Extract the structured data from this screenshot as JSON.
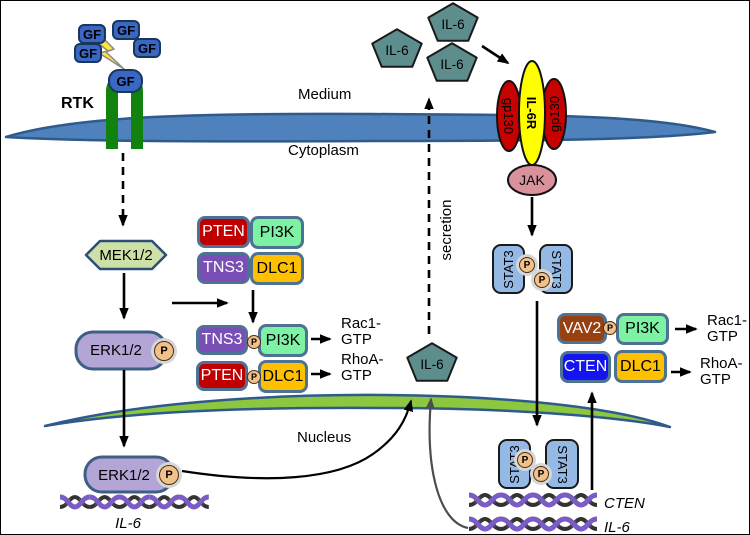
{
  "labels": {
    "medium": "Medium",
    "cytoplasm": "Cytoplasm",
    "nucleus": "Nucleus",
    "secretion": "secretion",
    "rtk": "RTK",
    "gf": "GF",
    "il6": "IL-6",
    "il6r": "IL-6R",
    "gp130": "gp130",
    "jak": "JAK",
    "stat3": "STAT3",
    "mek": "MEK1/2",
    "erk": "ERK1/2",
    "phospho": "P",
    "pten": "PTEN",
    "pi3k": "PI3K",
    "tns3": "TNS3",
    "dlc1": "DLC1",
    "vav2": "VAV2",
    "cten": "CTEN",
    "rac1_gtp": "Rac1-\nGTP",
    "rhoa_gtp": "RhoA-\nGTP",
    "gene_il6": "IL-6",
    "gene_cten": "CTEN"
  },
  "colors": {
    "membrane": "#4F81BD",
    "membrane_outline": "#2E5A8C",
    "nuclear_envelope": "#8DC63F",
    "gf_blue": "#3A66C4",
    "rtk_green": "#12820F",
    "lightning_yellow": "#FFE23D",
    "il6_teal": "#5E8D8D",
    "il6r_yellow": "#FFFF00",
    "gp130_red": "#C80000",
    "jak_pink": "#D9929B",
    "stat3_blue": "#94B9E4",
    "mek_green": "#CDE0A6",
    "erk_purple": "#B3A5D6",
    "pten_red": "#C00000",
    "pi3k_mint": "#7DF2A4",
    "tns3_purple": "#7A4FB5",
    "dlc1_amber": "#FFC000",
    "vav2_brown": "#96410F",
    "cten_blue": "#1414F0",
    "phospho_tan": "#F2C08A",
    "dna_purple": "#7B5CC6"
  }
}
